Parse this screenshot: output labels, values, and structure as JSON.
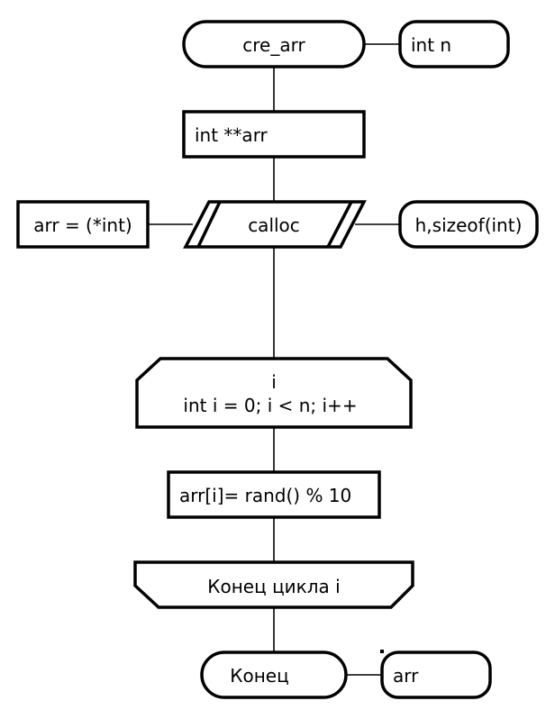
{
  "flowchart": {
    "start": {
      "label": "cre_arr",
      "param": "int n"
    },
    "declare": {
      "label": "int **arr"
    },
    "alloc": {
      "label": "calloc",
      "result": "arr = (*int)",
      "args": "h,sizeof(int)"
    },
    "loop_start": {
      "line1": "i",
      "line2": "int i = 0; i < n; i++"
    },
    "body": {
      "label": "arr[i]=  rand() % 10"
    },
    "loop_end": {
      "label": "Конец цикла i"
    },
    "end": {
      "label": "Конец",
      "return": "arr"
    }
  },
  "colors": {
    "stroke": "#000000",
    "fill": "#ffffff"
  }
}
